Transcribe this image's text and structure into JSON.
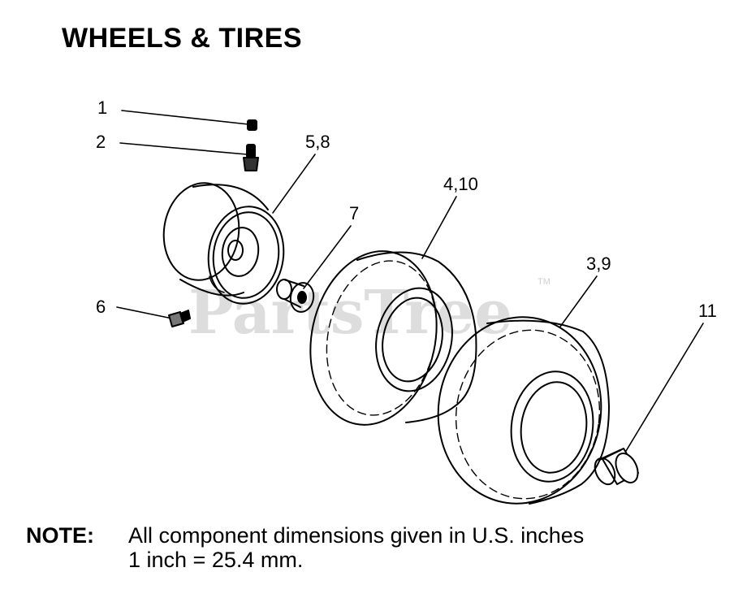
{
  "title": "WHEELS & TIRES",
  "callouts": {
    "c1": "1",
    "c2": "2",
    "c58": "5,8",
    "c7": "7",
    "c410": "4,10",
    "c39": "3,9",
    "c6": "6",
    "c11": "11"
  },
  "watermark": {
    "text": "PartsTree",
    "tm": "TM"
  },
  "note": {
    "label": "NOTE:",
    "line1": "All component dimensions given in U.S. inches",
    "line2": "1 inch = 25.4 mm."
  }
}
